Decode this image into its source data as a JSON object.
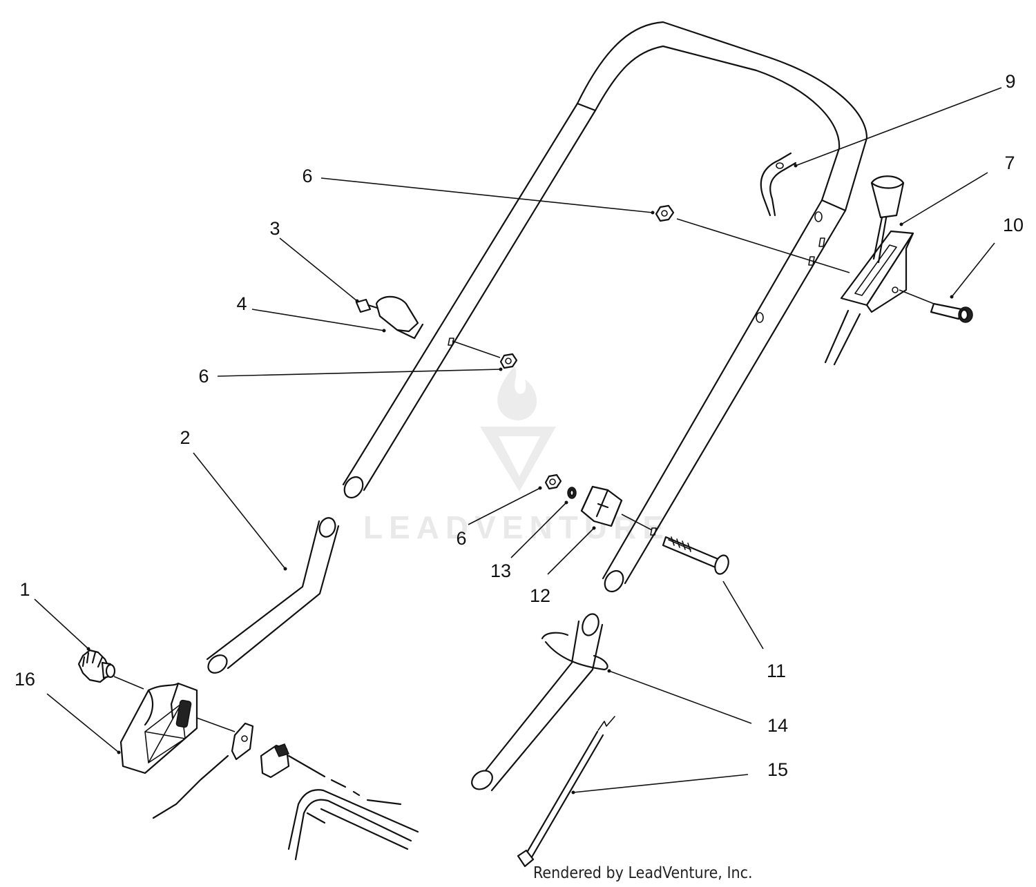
{
  "callouts": [
    {
      "id": "1",
      "text": "1"
    },
    {
      "id": "2",
      "text": "2"
    },
    {
      "id": "3",
      "text": "3"
    },
    {
      "id": "4",
      "text": "4"
    },
    {
      "id": "6a",
      "text": "6"
    },
    {
      "id": "6b",
      "text": "6"
    },
    {
      "id": "6c",
      "text": "6"
    },
    {
      "id": "7",
      "text": "7"
    },
    {
      "id": "9",
      "text": "9"
    },
    {
      "id": "10",
      "text": "10"
    },
    {
      "id": "11",
      "text": "11"
    },
    {
      "id": "12",
      "text": "12"
    },
    {
      "id": "13",
      "text": "13"
    },
    {
      "id": "14",
      "text": "14"
    },
    {
      "id": "15",
      "text": "15"
    },
    {
      "id": "16",
      "text": "16"
    }
  ],
  "watermark": {
    "text": "LEADVENTURE"
  },
  "credit": {
    "text": "Rendered by LeadVenture, Inc."
  }
}
